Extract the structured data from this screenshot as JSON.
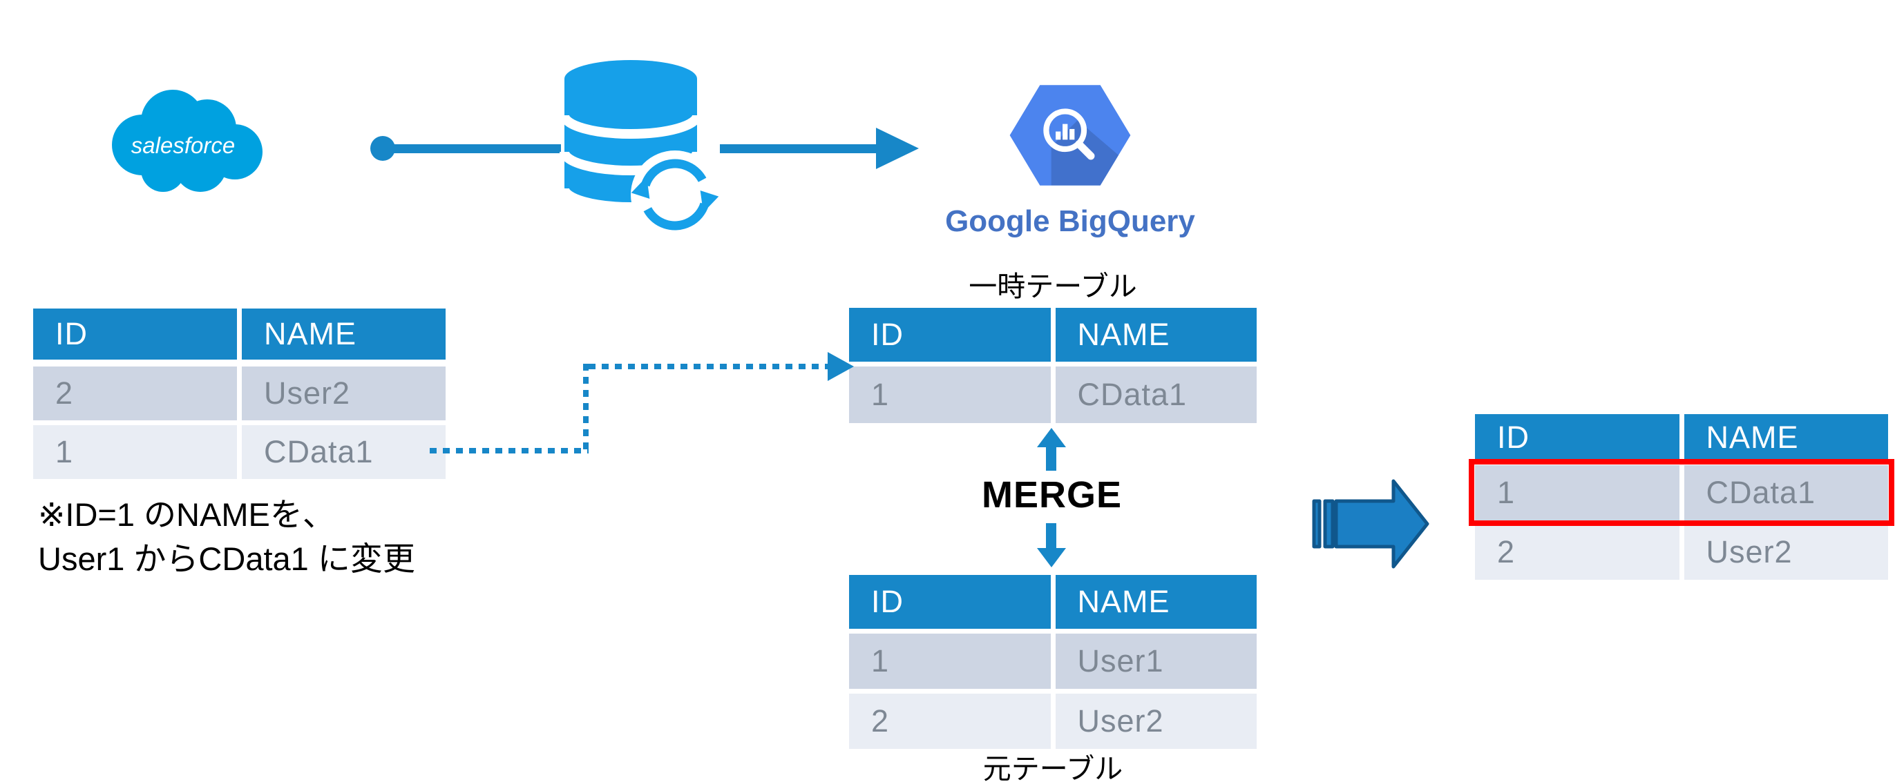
{
  "diagram_title": "Salesforce to Google BigQuery merge sync diagram",
  "icons": {
    "salesforce": "salesforce-cloud-logo",
    "database": "database-sync-icon",
    "bigquery": "bigquery-hexagon-icon",
    "big_arrow": "big-right-arrow-icon",
    "merge_arrows": "merge-up-down-arrow-icons",
    "dotted_connector": "dotted-right-arrow-connector",
    "solid_connector": "solid-right-arrow-connector"
  },
  "labels": {
    "salesforce_logo_text": "salesforce",
    "bigquery_text": "Google BigQuery",
    "merge": "MERGE",
    "temp_table": "一時テーブル",
    "source_table": "元テーブル",
    "note_line1": "※ID=1 のNAMEを、",
    "note_line2": "User1 からCData1 に変更"
  },
  "tables": {
    "salesforce": {
      "headers": [
        "ID",
        "NAME"
      ],
      "rows": [
        [
          "2",
          "User2"
        ],
        [
          "1",
          "CData1"
        ]
      ]
    },
    "temp": {
      "headers": [
        "ID",
        "NAME"
      ],
      "rows": [
        [
          "1",
          "CData1"
        ]
      ]
    },
    "source": {
      "headers": [
        "ID",
        "NAME"
      ],
      "rows": [
        [
          "1",
          "User1"
        ],
        [
          "2",
          "User2"
        ]
      ]
    },
    "result": {
      "headers": [
        "ID",
        "NAME"
      ],
      "rows": [
        [
          "1",
          "CData1"
        ],
        [
          "2",
          "User2"
        ]
      ],
      "highlighted_row_index": 0
    }
  },
  "colors": {
    "table_header": "#1787C8",
    "row_dark": "#CDD5E3",
    "row_light": "#E9EDF4",
    "row_text": "#7E8894",
    "arrow_blue": "#1787C8",
    "salesforce_blue": "#00A1E0",
    "database_blue": "#16A0E9",
    "bigquery_blue": "#4C84EE",
    "bigquery_text": "#4472C4",
    "big_arrow_fill": "#1B7FC4",
    "big_arrow_border": "#10578C",
    "highlight_red": "#FF0000"
  }
}
